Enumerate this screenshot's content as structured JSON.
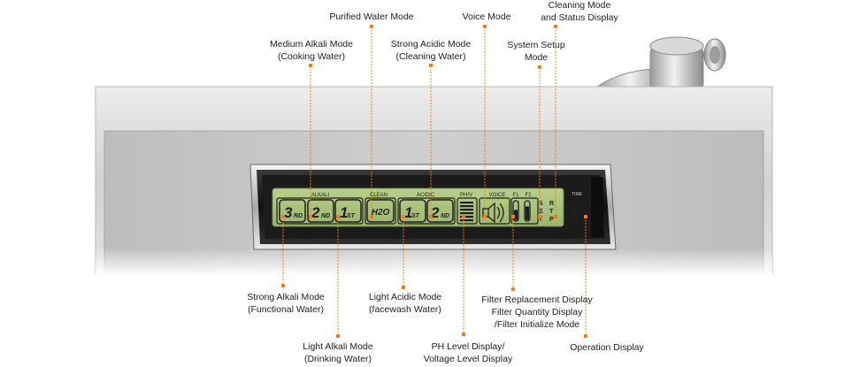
{
  "callouts": {
    "purified_water_mode": "Purified Water Mode",
    "voice_mode": "Voice Mode",
    "cleaning_mode_status": "Cleaning Mode\nand Status Display",
    "medium_alkali_mode": "Medium Alkali Mode\n(Cooking Water)",
    "strong_acidic_mode": "Strong Acidic Mode\n(Cleaning Water)",
    "system_setup_mode": "System Setup\nMode",
    "strong_alkali_mode": "Strong Alkali Mode\n(Functional Water)",
    "light_acidic_mode": "Light Acidic Mode\n(facewash Water)",
    "filter_display": "Filter Replacement Display\nFilter Quantity Display\n/Filter Initialize Mode",
    "light_alkali_mode": "Light Alkali Mode\n(Drinking Water)",
    "ph_level_display": "PH Level Display/\nVoltage Level Display",
    "operation_display": "Operation Display"
  },
  "lcd": {
    "group_alkali": "ALKALI",
    "group_clean": "CLEAN",
    "group_acidic": "ACIDIC",
    "group_phv": "PH/V",
    "group_voice": "VOICE",
    "group_f1": "F1",
    "group_f2": "F2",
    "group_time": "TIME",
    "alkali_3rd_num": "3",
    "alkali_3rd_suf": "RD",
    "alkali_2nd_num": "2",
    "alkali_2nd_suf": "ND",
    "alkali_1st_num": "1",
    "alkali_1st_suf": "ST",
    "clean_h2o": "H2O",
    "acidic_1st_num": "1",
    "acidic_1st_suf": "ST",
    "acidic_2nd_num": "2",
    "acidic_2nd_suf": "ND",
    "setup_s": "S",
    "setup_e": "E",
    "setup_t": "T",
    "status_r": "R",
    "status_t": "T",
    "status_p": "P"
  },
  "colors": {
    "lcd_green": "#a9c37a",
    "accent_orange": "#f07d1a",
    "leader_orange": "#f07d1a",
    "panel_silver": "#c9c9c9"
  },
  "icons": [
    "voice-wave-icon",
    "ph-level-bars-icon",
    "filter-gauge-icon",
    "operation-dial-icon",
    "faucet-spout-icon"
  ]
}
